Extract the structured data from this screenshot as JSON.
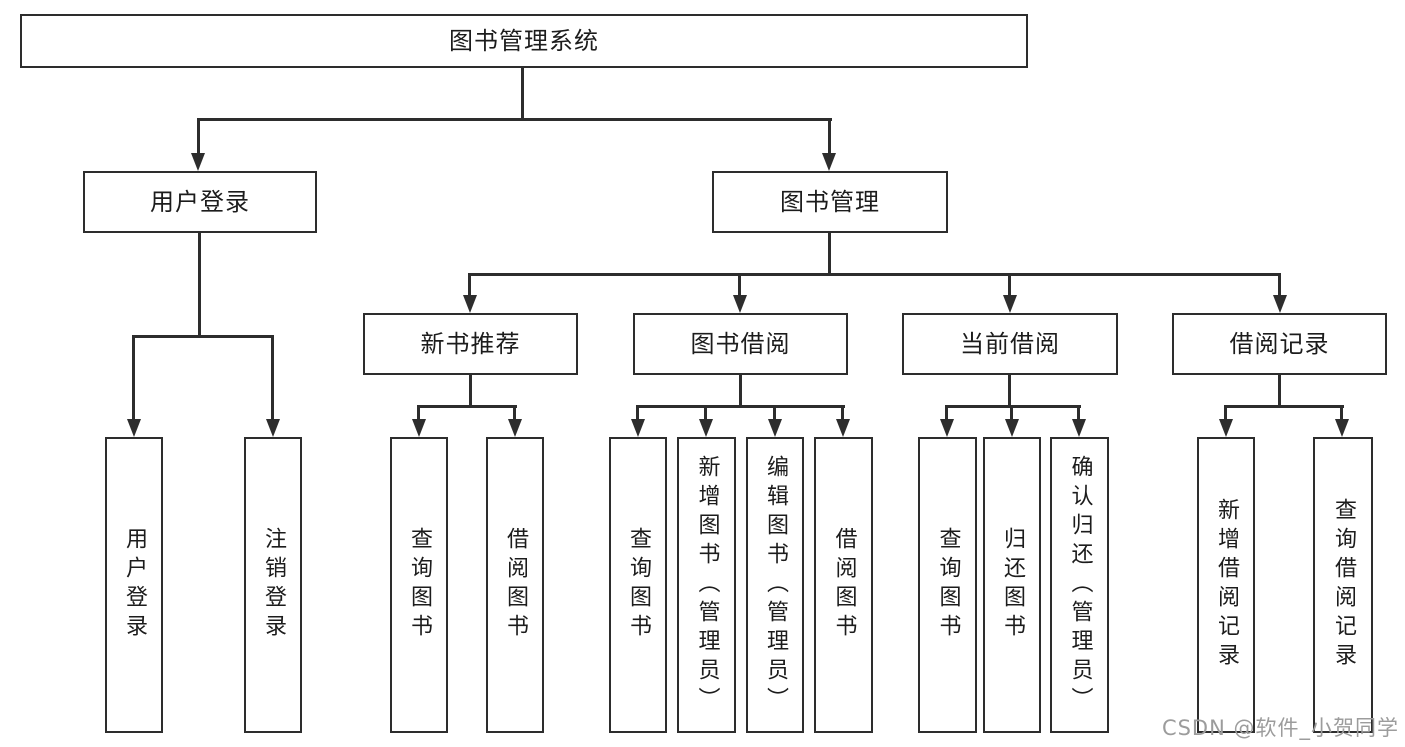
{
  "diagram": {
    "root": {
      "label": "图书管理系统"
    },
    "level2": {
      "user_login": {
        "label": "用户登录"
      },
      "book_mgmt": {
        "label": "图书管理"
      }
    },
    "level3": {
      "new_book_rec": {
        "label": "新书推荐"
      },
      "book_borrow": {
        "label": "图书借阅"
      },
      "current_borrow": {
        "label": "当前借阅"
      },
      "borrow_record": {
        "label": "借阅记录"
      }
    },
    "leaves": {
      "user_login_leaf": {
        "label": "用户登录"
      },
      "logout": {
        "label": "注销登录"
      },
      "nbr_query_books": {
        "label": "查询图书"
      },
      "nbr_borrow_books": {
        "label": "借阅图书"
      },
      "bb_query_books": {
        "label": "查询图书"
      },
      "bb_add_books": {
        "label": "新增图书（管理员）"
      },
      "bb_edit_books": {
        "label": "编辑图书（管理员）"
      },
      "bb_borrow_books": {
        "label": "借阅图书"
      },
      "cb_query_books": {
        "label": "查询图书"
      },
      "cb_return_books": {
        "label": "归还图书"
      },
      "cb_confirm_return": {
        "label": "确认归还（管理员）"
      },
      "br_add_record": {
        "label": "新增借阅记录"
      },
      "br_query_record": {
        "label": "查询借阅记录"
      }
    },
    "line_color": "#2d2d2d"
  },
  "watermark": {
    "text": "CSDN @软件_小贺同学"
  }
}
